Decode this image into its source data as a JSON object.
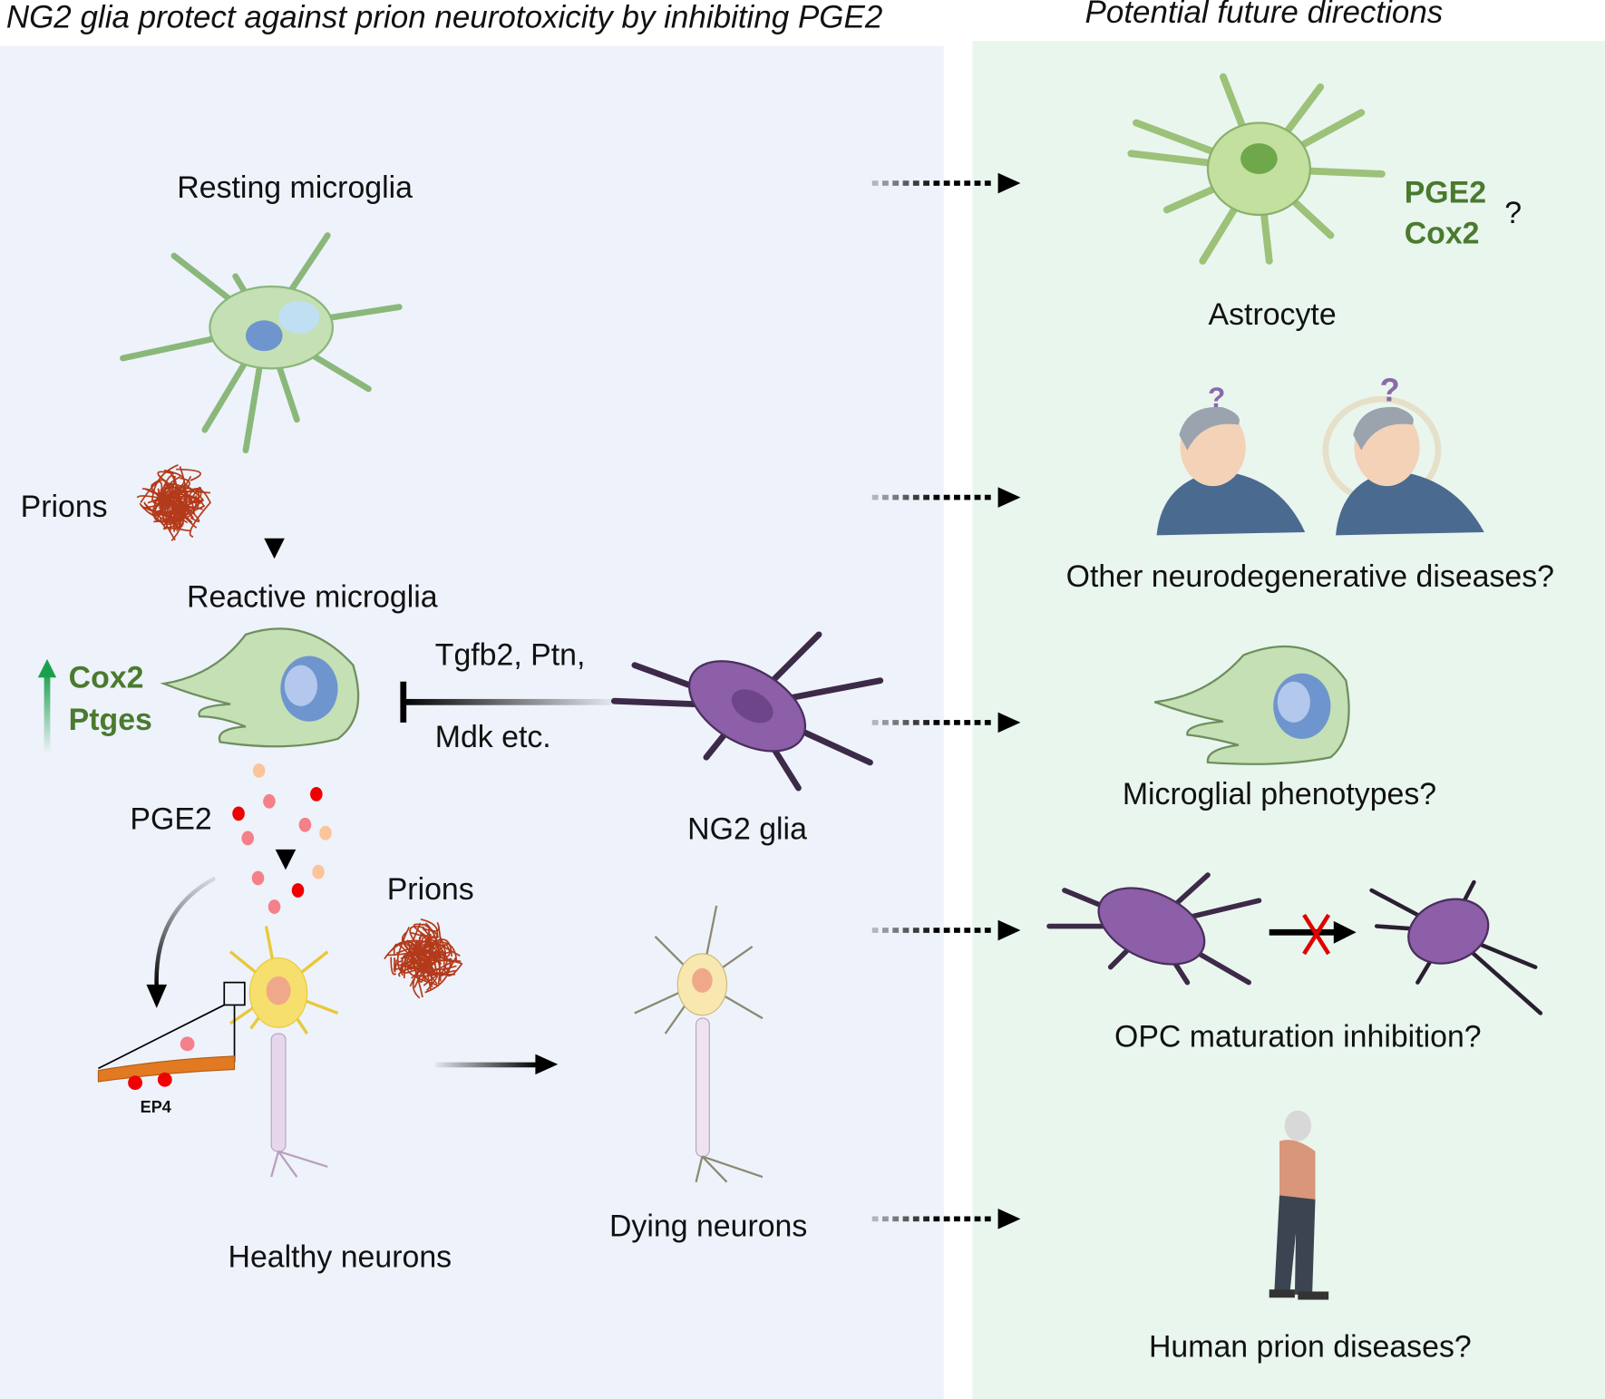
{
  "left_panel": {
    "title": "NG2 glia protect against prion neurotoxicity by inhibiting PGE2",
    "resting_microglia": "Resting microglia",
    "prions_top": "Prions",
    "reactive_microglia": "Reactive microglia",
    "upregulated": [
      "Cox2",
      "Ptges"
    ],
    "factors_line1": "Tgfb2, Ptn,",
    "factors_line2": "Mdk etc.",
    "pge2": "PGE2",
    "ng2_glia": "NG2 glia",
    "prions_bottom": "Prions",
    "ep4": "EP4",
    "healthy_neurons": "Healthy neurons",
    "dying_neurons": "Dying neurons"
  },
  "right_panel": {
    "title": "Potential future directions",
    "astro_markers": [
      "PGE2",
      "Cox2"
    ],
    "astro_question": "?",
    "astrocyte": "Astrocyte",
    "other_diseases": "Other neurodegenerative diseases?",
    "microglial_phenotypes": "Microglial phenotypes?",
    "opc_inhibition": "OPC maturation inhibition?",
    "human_prion": "Human prion diseases?"
  },
  "colors": {
    "left_bg": "#eef2fa",
    "right_bg": "#e9f6ee",
    "microglia": "#c5e0b4",
    "nucleus": "#6f95cf",
    "ng2": "#8c5fa8",
    "prion": "#b33a1a",
    "marker_green": "#4a7a2e",
    "pge2_red": "#f00000",
    "block_x": "#e00000"
  }
}
